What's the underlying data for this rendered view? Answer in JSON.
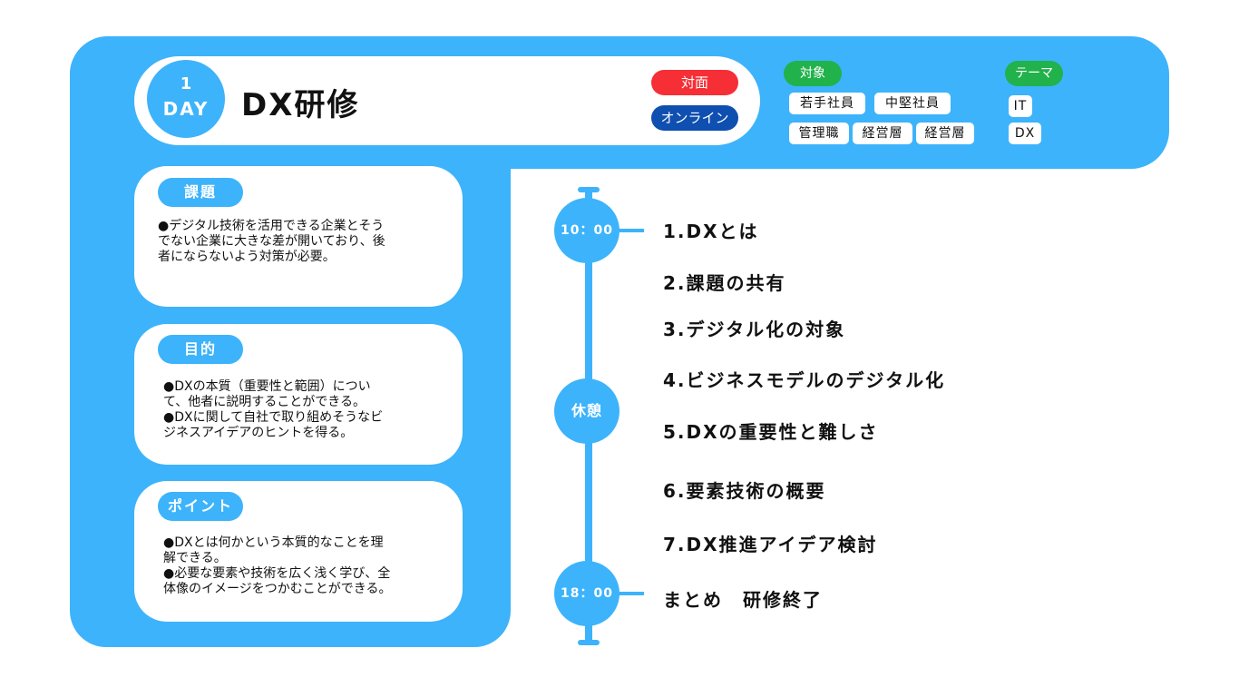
{
  "header": {
    "day_number": "1",
    "day_word": "DAY",
    "title": "DX研修",
    "format_in_person": "対面",
    "format_online": "オンライン"
  },
  "audience": {
    "label": "対象",
    "tags": [
      "若手社員",
      "中堅社員",
      "管理職",
      "経営層",
      "経営層"
    ]
  },
  "theme": {
    "label": "テーマ",
    "tags": [
      "IT",
      "DX"
    ]
  },
  "sections": {
    "issue": {
      "label": "課題",
      "body": "●デジタル技術を活用できる企業とそう\nでない企業に大きな差が開いており、後\n者にならないよう対策が必要。"
    },
    "purpose": {
      "label": "目的",
      "body": "●DXの本質（重要性と範囲）につい\nて、他者に説明することができる。\n●DXに関して自社で取り組めそうなビ\nジネスアイデアのヒントを得る。"
    },
    "point": {
      "label": "ポイント",
      "body": "●DXとは何かという本質的なことを理\n解できる。\n●必要な要素や技術を広く浅く学び、全\n体像のイメージをつかむことができる。"
    }
  },
  "timeline": {
    "start_time": "10：00",
    "break_label": "休憩",
    "end_time": "18：00",
    "items": [
      "1.DXとは",
      "2.課題の共有",
      "3.デジタル化の対象",
      "4.ビジネスモデルのデジタル化",
      "5.DXの重要性と難しさ",
      "6.要素技術の概要",
      "7.DX推進アイデア検討",
      "まとめ　研修終了"
    ]
  },
  "colors": {
    "accent_blue": "#3db3fb",
    "in_person_red": "#f62e35",
    "online_navy": "#0e4fb0",
    "label_green": "#21b24b"
  }
}
